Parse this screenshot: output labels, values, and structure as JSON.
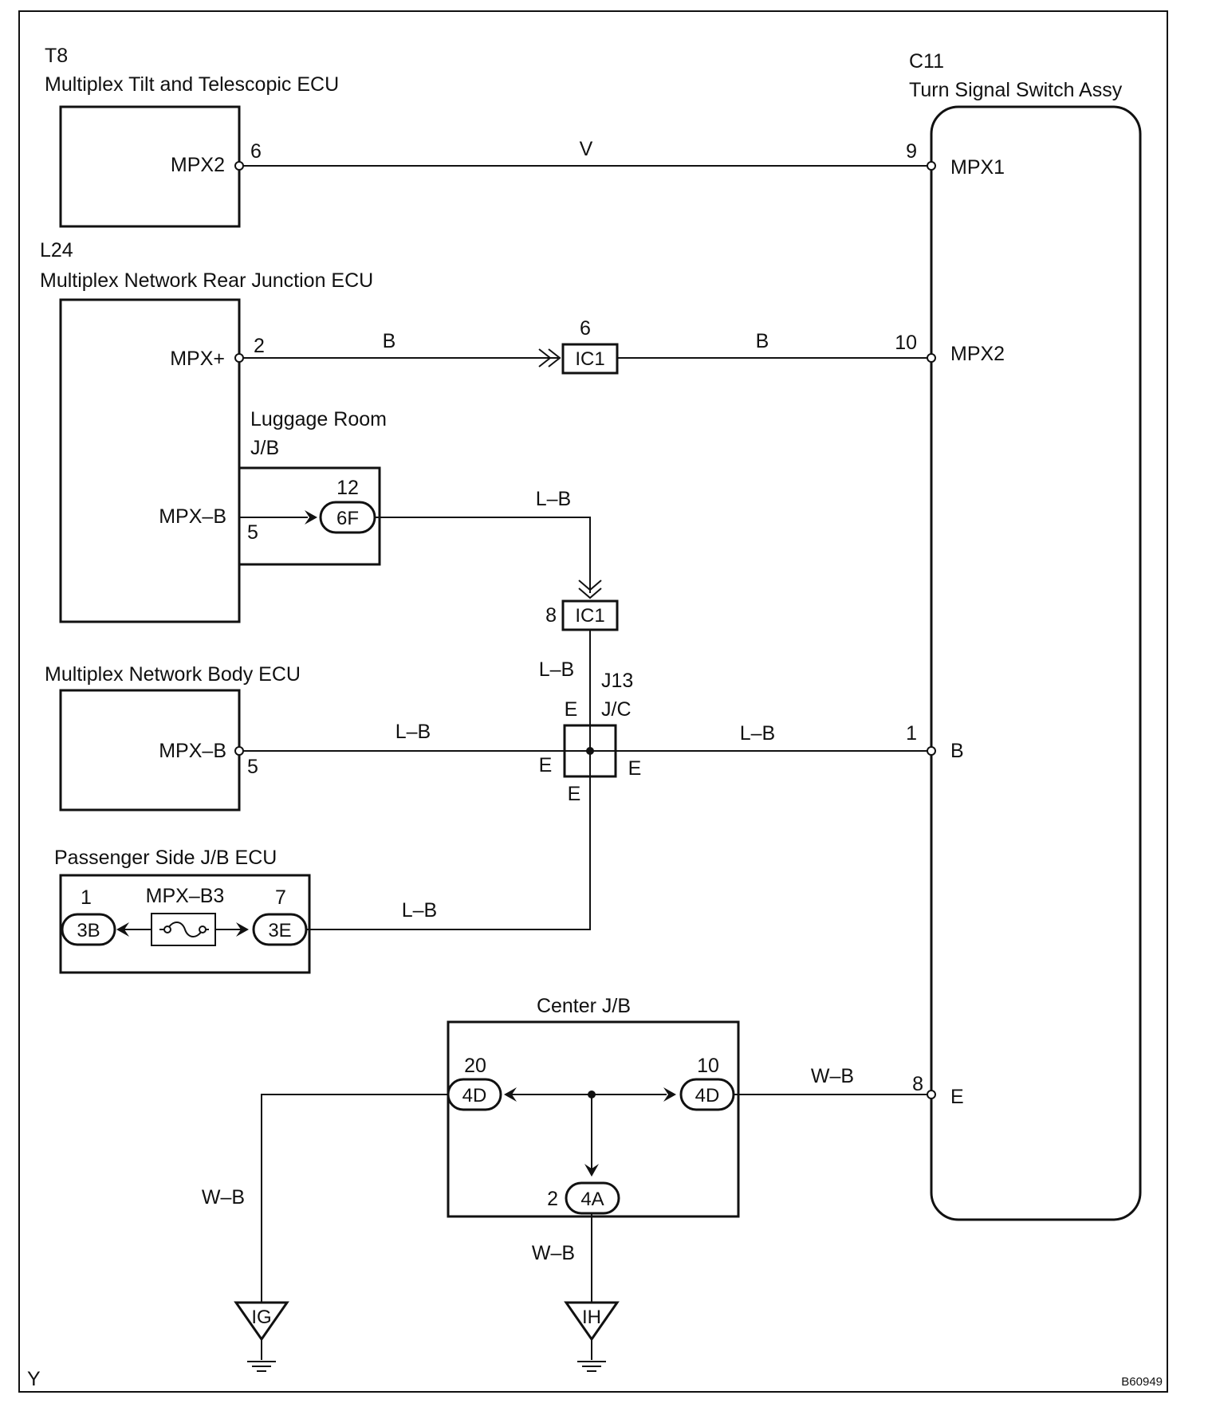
{
  "components": {
    "t8": {
      "code": "T8",
      "name": "Multiplex Tilt and Telescopic ECU",
      "terminal": "MPX2",
      "pin": "6"
    },
    "c11": {
      "code": "C11",
      "name": "Turn Signal Switch Assy",
      "terminals": [
        {
          "pin": "9",
          "label": "MPX1"
        },
        {
          "pin": "10",
          "label": "MPX2"
        },
        {
          "pin": "1",
          "label": "B"
        },
        {
          "pin": "8",
          "label": "E"
        }
      ]
    },
    "l24": {
      "code": "L24",
      "name": "Multiplex Network Rear Junction ECU",
      "terminal_plus": "MPX+",
      "pin_plus": "2",
      "terminal_b": "MPX–B",
      "pin_b": "5"
    },
    "luggage_jb": {
      "name_line1": "Luggage Room",
      "name_line2": "J/B",
      "connector": "6F",
      "pin": "12"
    },
    "body_ecu": {
      "name": "Multiplex Network Body ECU",
      "terminal": "MPX–B",
      "pin": "5"
    },
    "passenger_jb": {
      "name": "Passenger Side J/B ECU",
      "fuse": "MPX–B3",
      "left_connector": "3B",
      "left_pin": "1",
      "right_connector": "3E",
      "right_pin": "7"
    },
    "junction": {
      "code": "J13",
      "type": "J/C",
      "terminal": "E"
    },
    "center_jb": {
      "name": "Center J/B",
      "left_connector": "4D",
      "left_pin": "20",
      "right_connector": "4D",
      "right_pin": "10",
      "bottom_connector": "4A",
      "bottom_pin": "2"
    },
    "ic1_top": {
      "connector": "IC1",
      "pin": "6"
    },
    "ic1_mid": {
      "connector": "IC1",
      "pin": "8"
    },
    "ground_ig": "IG",
    "ground_ih": "IH"
  },
  "wires": {
    "v": "V",
    "b": "B",
    "lb": "L–B",
    "wb": "W–B"
  },
  "footer": {
    "corner_left": "Y",
    "figure_code": "B60949"
  }
}
